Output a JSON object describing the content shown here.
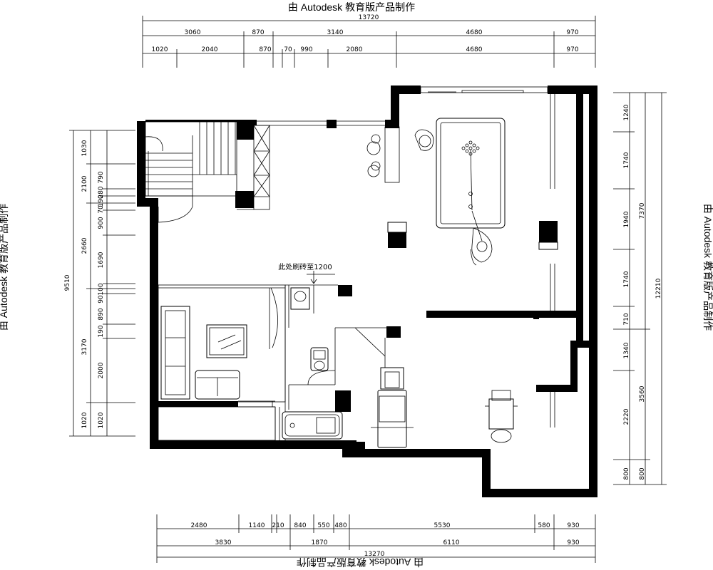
{
  "watermark": {
    "top": "由 Autodesk 教育版产品制作",
    "left": "由 Autodesk 教育版产品制作",
    "right": "由 Autodesk 教育版产品制作",
    "bottom": "由 Autodesk 教育版产品制作"
  },
  "dimensions": {
    "top_total": "13720",
    "top_row1": [
      "3060",
      "870",
      "3140",
      "4680",
      "970"
    ],
    "top_row2": [
      "1020",
      "2040",
      "870",
      "70",
      "990",
      "2080",
      "4680",
      "970"
    ],
    "bottom_row1": [
      "2480",
      "1140",
      "210",
      "840",
      "550",
      "480",
      "5530",
      "580",
      "930"
    ],
    "bottom_row2": [
      "3830",
      "1870",
      "6110",
      "930"
    ],
    "bottom_total": "13270",
    "left_total": "9510",
    "left_outer": [
      "1030",
      "2100",
      "2660",
      "3170",
      "1020"
    ],
    "left_inner": [
      "790",
      "280",
      "190",
      "70",
      "900",
      "1690",
      "100",
      "90",
      "890",
      "190",
      "2000",
      "1020"
    ],
    "right_inner": [
      "1240",
      "1740",
      "1940",
      "1740",
      "710",
      "1340",
      "2220",
      "800"
    ],
    "right_mid": [
      "7370",
      "3560",
      "800"
    ],
    "right_total": "12210"
  },
  "annotation": "此处刷砖至1200"
}
